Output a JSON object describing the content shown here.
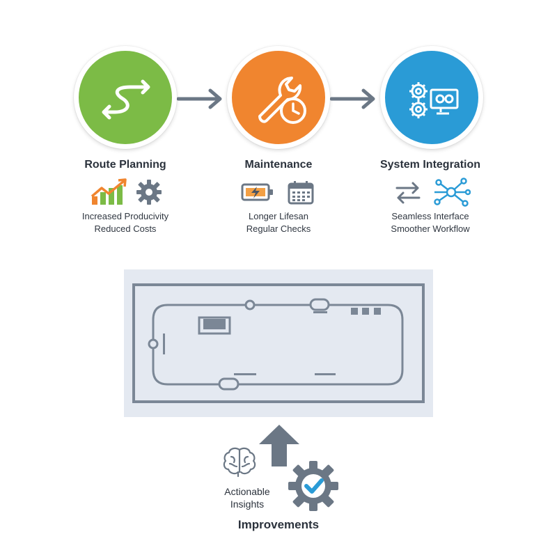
{
  "stages": [
    {
      "title": "Route Planning",
      "lines": [
        "Increased Producivity",
        "Reduced Costs"
      ],
      "color": "#7cbb46",
      "icon": "route-s-arrow-icon",
      "sub_icons": [
        "growth-chart-icon",
        "gear-icon"
      ]
    },
    {
      "title": "Maintenance",
      "lines": [
        "Longer Lifesan",
        "Regular Checks"
      ],
      "color": "#f0852f",
      "icon": "wrench-clock-icon",
      "sub_icons": [
        "battery-charging-icon",
        "calendar-icon"
      ]
    },
    {
      "title": "System Integration",
      "lines": [
        "Seamless Interface",
        "Smoother Workflow"
      ],
      "color": "#2a9bd6",
      "icon": "gears-monitor-icon",
      "sub_icons": [
        "exchange-arrows-icon",
        "network-nodes-icon"
      ]
    }
  ],
  "connector_icon": "right-arrow-icon",
  "layout_panel": {
    "background": "#e4e9f1",
    "stroke": "#7b8796"
  },
  "bottom": {
    "insights_label_line1": "Actionable",
    "insights_label_line2": "Insights",
    "improvements_label": "Improvements",
    "icons": [
      "up-arrow-icon",
      "brain-icon",
      "gear-check-icon"
    ]
  }
}
